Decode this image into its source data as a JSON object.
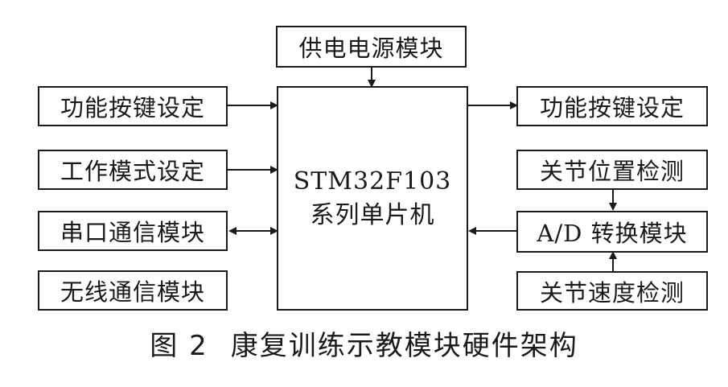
{
  "diagram": {
    "nodes": {
      "power": "供电电源模块",
      "key_left": "功能按键设定",
      "mode": "工作模式设定",
      "serial": "串口通信模块",
      "wireless": "无线通信模块",
      "mcu_line1": "STM32F103",
      "mcu_line2": "系列单片机",
      "key_right": "功能按键设定",
      "joint_position": "关节位置检测",
      "adc": "A/D 转换模块",
      "joint_speed": "关节速度检测"
    },
    "edges": [
      {
        "from": "power",
        "to": "mcu",
        "direction": "to"
      },
      {
        "from": "key_left",
        "to": "mcu",
        "direction": "to"
      },
      {
        "from": "mode",
        "to": "mcu",
        "direction": "to"
      },
      {
        "from": "serial",
        "to": "mcu",
        "direction": "both"
      },
      {
        "from": "mcu",
        "to": "key_right",
        "direction": "to"
      },
      {
        "from": "joint_position",
        "to": "adc",
        "direction": "to"
      },
      {
        "from": "joint_speed",
        "to": "adc",
        "direction": "to"
      },
      {
        "from": "adc",
        "to": "mcu",
        "direction": "to"
      }
    ]
  },
  "caption": {
    "figure_number": "图 2",
    "title": "康复训练示教模块硬件架构"
  }
}
